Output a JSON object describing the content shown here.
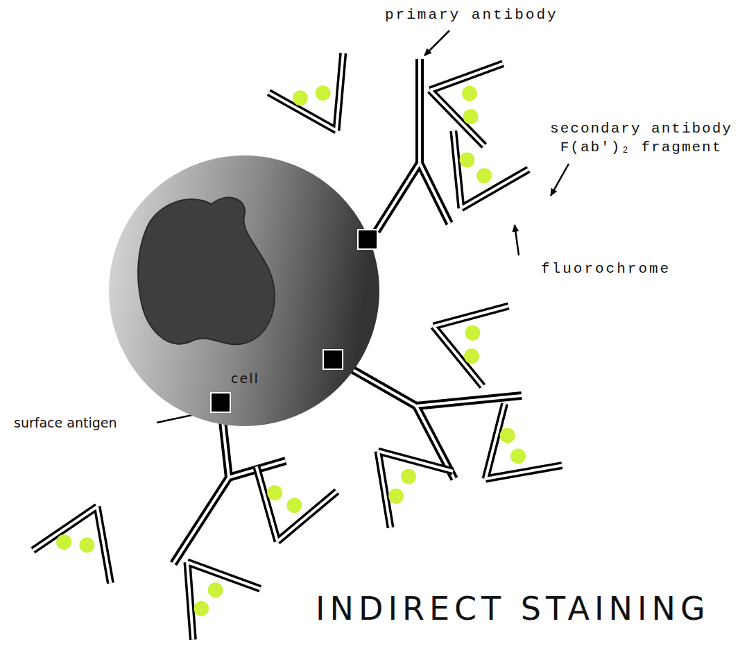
{
  "diagram": {
    "title": "INDIRECT STAINING",
    "nodes": [
      {
        "text": [
          "cell"
        ]
      }
    ],
    "labels": [
      "primary antibody",
      "secondary antibody F(ab')₂ fragment",
      "fluorochrome",
      "surface antigen"
    ]
  }
}
